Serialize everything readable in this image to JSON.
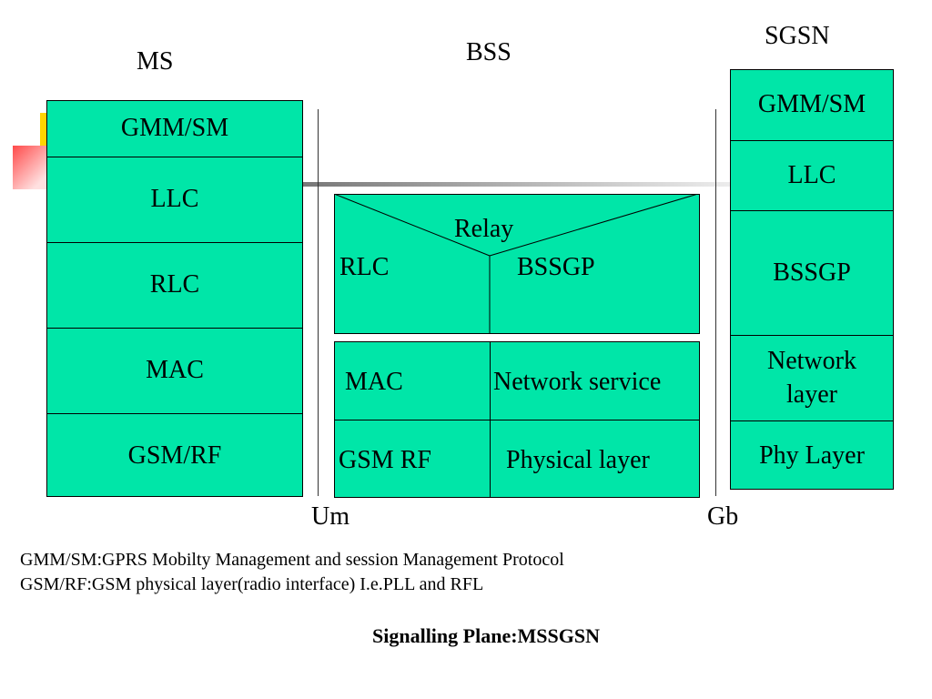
{
  "headers": {
    "ms": "MS",
    "bss": "BSS",
    "sgsn": "SGSN"
  },
  "ms_stack": [
    "GMM/SM",
    "LLC",
    "RLC",
    "MAC",
    "GSM/RF"
  ],
  "bss": {
    "relay": "Relay",
    "rlc": "RLC",
    "bssgp": "BSSGP",
    "mac": "MAC",
    "network_service": "Network service",
    "gsm_rf": "GSM RF",
    "physical_layer": "Physical layer"
  },
  "sgsn_stack": [
    "GMM/SM",
    "LLC",
    "BSSGP",
    "Network layer",
    "Phy Layer"
  ],
  "interfaces": {
    "um": "Um",
    "gb": "Gb"
  },
  "notes": {
    "line1": "GMM/SM:GPRS Mobilty Management and session Management Protocol",
    "line2": "GSM/RF:GSM physical layer(radio interface) I.e.PLL and RFL"
  },
  "caption": "Signalling Plane:MSSGSN",
  "colors": {
    "layer_fill": "#00e6a8",
    "outline": "#000000",
    "accent_bar": "#ffd400",
    "accent_red": "#ff5050"
  }
}
